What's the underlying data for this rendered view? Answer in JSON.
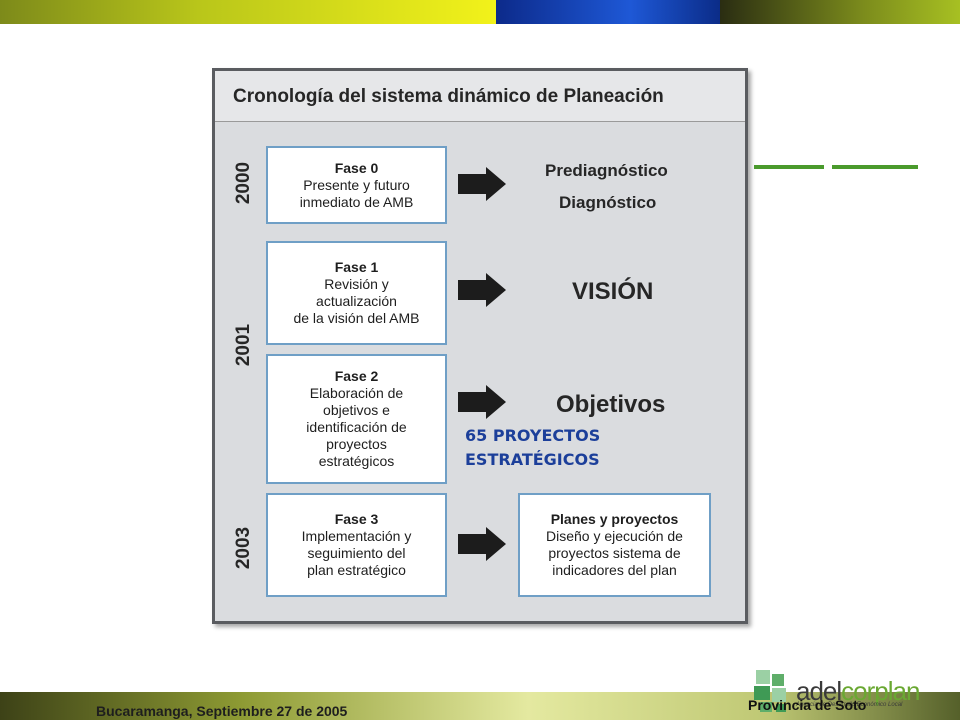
{
  "colors": {
    "band_yellow": "#f2f21a",
    "band_blue": "#1e58d6",
    "band_green": "#7c8c1c",
    "accent_green": "#4a9a2c",
    "box_border": "#6f9fc6",
    "highlight_text": "#1c3f9a"
  },
  "diagram": {
    "title": "Cronología del sistema dinámico de Planeación",
    "years": [
      "2000",
      "2001",
      "2003"
    ],
    "phases": [
      {
        "name": "Fase 0",
        "lines": [
          "Presente y futuro",
          "inmediato de AMB"
        ]
      },
      {
        "name": "Fase 1",
        "lines": [
          "Revisión y",
          "actualización",
          "de la visión del AMB"
        ]
      },
      {
        "name": "Fase 2",
        "lines": [
          "Elaboración de",
          "objetivos e",
          "identificación de",
          "proyectos",
          "estratégicos"
        ]
      },
      {
        "name": "Fase 3",
        "lines": [
          "Implementación y",
          "seguimiento del",
          "plan estratégico"
        ]
      }
    ],
    "outcomes": {
      "phase0": [
        "Prediagnóstico",
        "Diagnóstico"
      ],
      "phase1": "VISIÓN",
      "phase2": "Objetivos",
      "phase3": {
        "title": "Planes y proyectos",
        "lines": [
          "Diseño y ejecución de",
          "proyectos sistema de",
          "indicadores del plan"
        ]
      }
    }
  },
  "highlight": {
    "line1": "65 PROYECTOS",
    "line2": "ESTRATÉGICOS"
  },
  "footer": {
    "location_date": "Bucaramanga, Septiembre 27 de 2005"
  },
  "logo": {
    "name_part1": "adel",
    "name_part2": "corplan",
    "tagline": "Agencia de Desarrollo Económico Local",
    "caption": "Provincia de Soto"
  }
}
